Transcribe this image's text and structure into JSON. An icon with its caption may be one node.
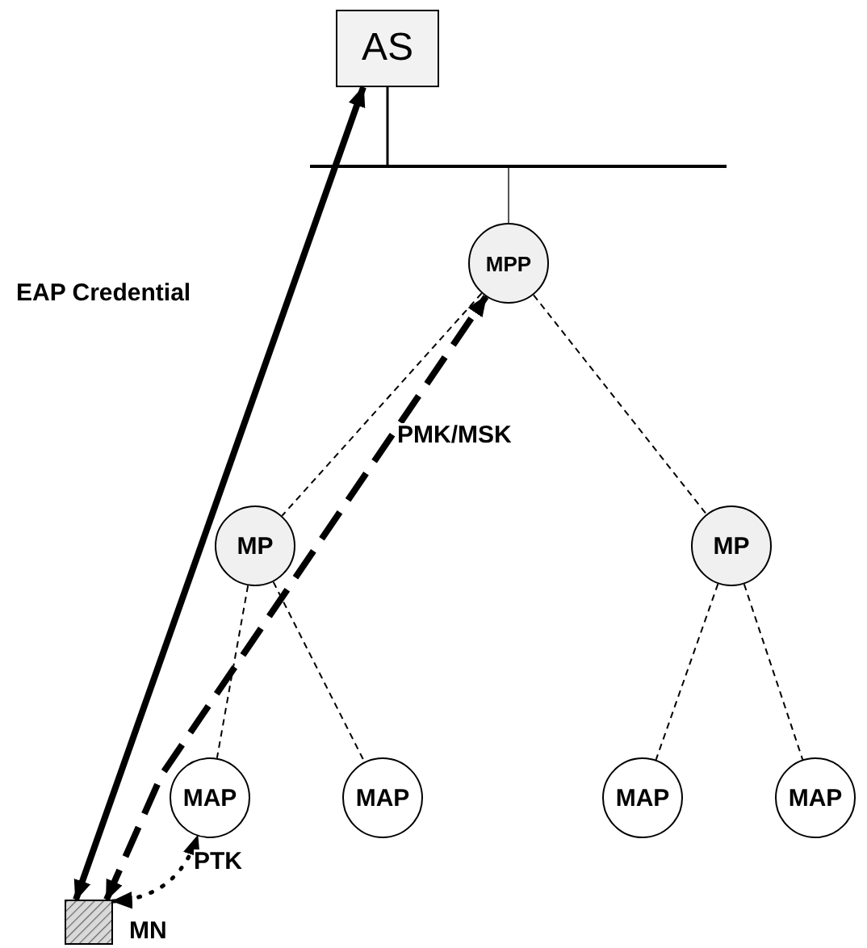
{
  "diagram": {
    "nodes": [
      {
        "text": [
          "AS"
        ]
      },
      {
        "text": [],
        "shape": "bar"
      },
      {
        "text": [
          "MPP"
        ]
      },
      {
        "text": [
          "MP"
        ]
      },
      {
        "text": [
          "MP"
        ]
      },
      {
        "text": [
          "MAP"
        ]
      },
      {
        "text": [
          "MAP"
        ]
      },
      {
        "text": [
          "MAP"
        ]
      },
      {
        "text": [
          "MAP"
        ]
      },
      {
        "text": [],
        "shape": "box",
        "beside": [
          "MN"
        ]
      }
    ],
    "edges": [
      {
        "from": 0,
        "to": 1,
        "arrow": "none"
      },
      {
        "from": 1,
        "to": 2,
        "arrow": "none"
      },
      {
        "from": 2,
        "to": 3,
        "arrow": "none",
        "style": "dashed"
      },
      {
        "from": 2,
        "to": 4,
        "arrow": "none",
        "style": "dashed"
      },
      {
        "from": 3,
        "to": 5,
        "arrow": "none",
        "style": "dashed"
      },
      {
        "from": 3,
        "to": 6,
        "arrow": "none",
        "style": "dashed"
      },
      {
        "from": 4,
        "to": 7,
        "arrow": "none",
        "style": "dashed"
      },
      {
        "from": 4,
        "to": 8,
        "arrow": "none",
        "style": "dashed"
      },
      {
        "from": 9,
        "to": 0,
        "arrow": "both",
        "style": "thick",
        "label": "EAP Credential"
      },
      {
        "from": 9,
        "to": 2,
        "arrow": "both",
        "style": "dashed",
        "label": "PMK/MSK"
      },
      {
        "from": 9,
        "to": 5,
        "arrow": "both",
        "style": "dashed",
        "label": "PTK"
      }
    ]
  }
}
